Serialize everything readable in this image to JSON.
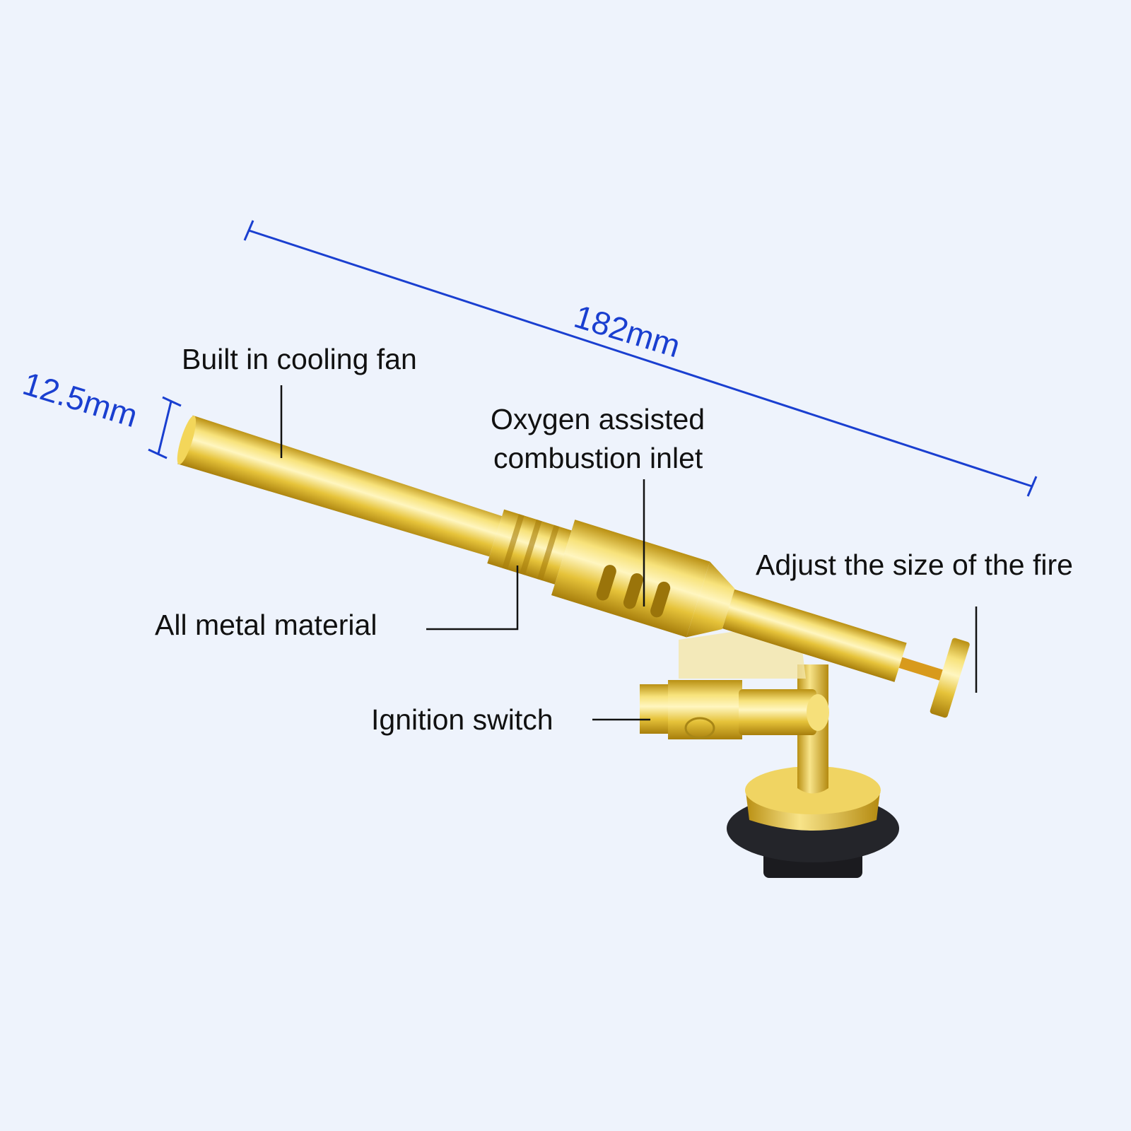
{
  "dimensions": {
    "length": "182mm",
    "diameter": "12.5mm"
  },
  "labels": {
    "cooling_fan": "Built in cooling fan",
    "oxygen_inlet_line1": "Oxygen assisted",
    "oxygen_inlet_line2": "combustion inlet",
    "fire_adjust": "Adjust the size of the fire",
    "metal": "All metal material",
    "ignition": "Ignition switch"
  },
  "colors": {
    "background": "#eef3fc",
    "dimension_blue": "#1a3fd0",
    "brass": "#e9c93a"
  }
}
